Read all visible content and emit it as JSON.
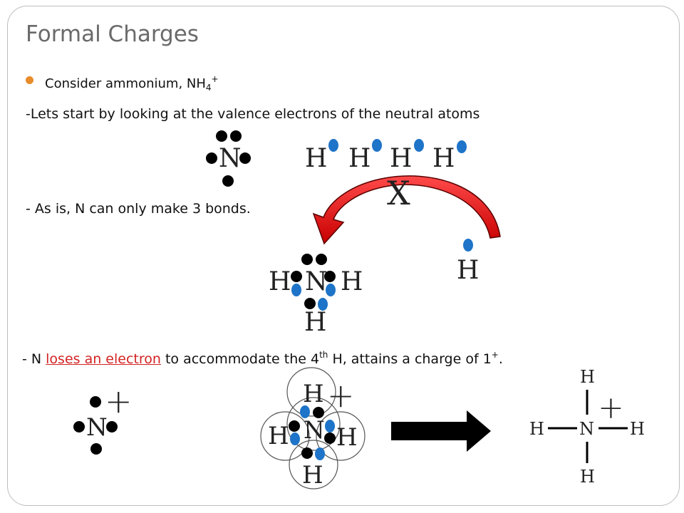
{
  "slide": {
    "title": "Formal Charges",
    "bullet": {
      "text": "Consider ammonium, NH",
      "sub": "4",
      "sup": "+"
    },
    "line1": "-Lets start by looking at the valence electrons of the neutral atoms",
    "line2": "- As is, N can only make 3 bonds.",
    "line3": {
      "prefix": "- N ",
      "highlight": "loses an electron",
      "middle": " to accommodate the 4",
      "sup1": "th",
      "after": " H, attains a charge of 1",
      "sup2": "+",
      "end": "."
    }
  },
  "atoms": {
    "N": "N",
    "H": "H",
    "X": "X",
    "plus": "+"
  },
  "colors": {
    "accent_orange": "#e98b2a",
    "electron_blue": "#1e74c8",
    "arrow_red": "#e01a1a",
    "highlight_red": "#d32323"
  }
}
